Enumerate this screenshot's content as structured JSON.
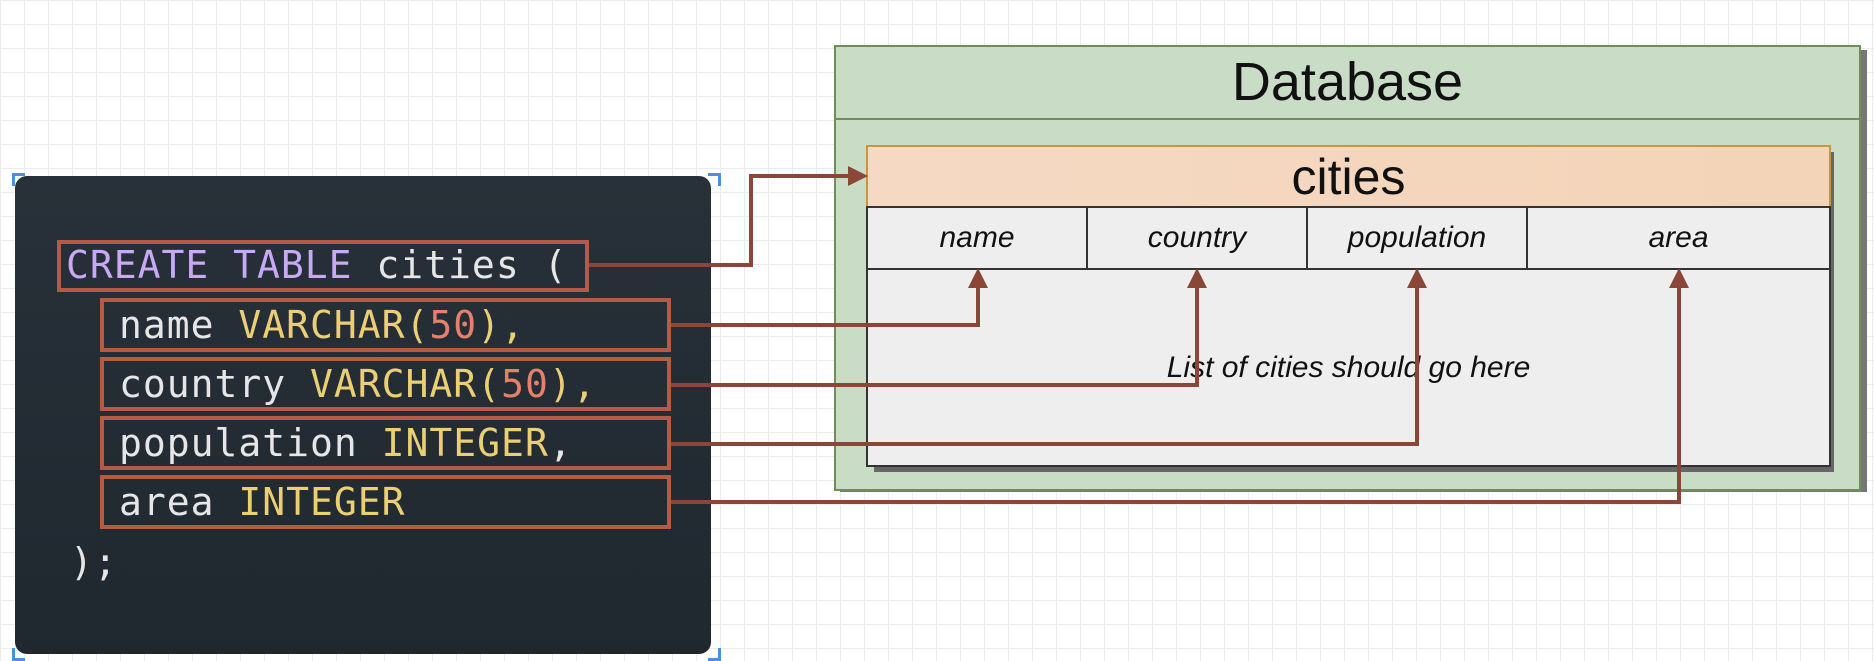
{
  "code": {
    "line1": {
      "kw": "CREATE TABLE",
      "name": " cities",
      "paren": " ("
    },
    "line2": {
      "col": "name ",
      "type": "VARCHAR(",
      "num": "50",
      "end": "),"
    },
    "line3": {
      "col": "country ",
      "type": "VARCHAR(",
      "num": "50",
      "end": "),"
    },
    "line4": {
      "col": "population ",
      "type": "INTEGER",
      "end": ","
    },
    "line5": {
      "col": "area ",
      "type": "INTEGER"
    },
    "line6": ");"
  },
  "database": {
    "title": "Database",
    "table": {
      "name": "cities",
      "columns": [
        "name",
        "country",
        "population",
        "area"
      ],
      "placeholder": "List of cities should go here"
    }
  },
  "colors": {
    "highlight": "#b45a45",
    "arrow": "#8a4637",
    "keyword": "#c9a8f5",
    "type": "#ebcf72",
    "number": "#e5806a",
    "db_fill": "#c9dcc6",
    "table_header": "#f5d9c3"
  }
}
